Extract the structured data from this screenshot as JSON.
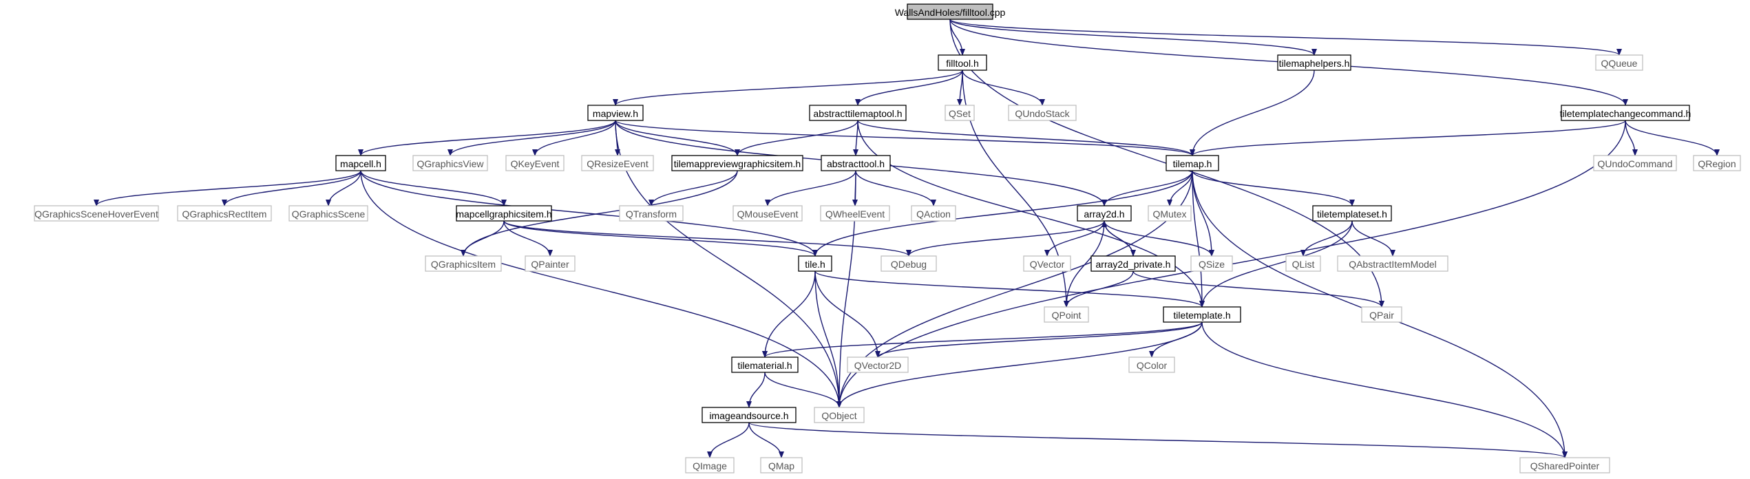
{
  "colors": {
    "edge": "#191970",
    "root_fill": "#bfbfbf",
    "internal_border": "#000000",
    "external_border": "#bfbfbf",
    "external_text": "#555555"
  },
  "nodes": {
    "root": "WallsAndHoles/filltool.cpp",
    "filltool": "filltool.h",
    "tilemaphelpers": "tilemaphelpers.h",
    "qqueue": "QQueue",
    "mapview": "mapview.h",
    "abstracttilemaptool": "abstracttilemaptool.h",
    "qset": "QSet",
    "qundostack": "QUndoStack",
    "tiletemplatechangecommand": "tiletemplatechangecommand.h",
    "mapcell": "mapcell.h",
    "qgraphicsview": "QGraphicsView",
    "qkeyevent": "QKeyEvent",
    "qresizeevent": "QResizeEvent",
    "tilemappreviewgraphicsitem": "tilemappreviewgraphicsitem.h",
    "abstracttool": "abstracttool.h",
    "tilemap": "tilemap.h",
    "qundocommand": "QUndoCommand",
    "qregion": "QRegion",
    "qgraphicsscenehoverevent": "QGraphicsSceneHoverEvent",
    "qgraphicsrectitem": "QGraphicsRectItem",
    "qgraphicsscene": "QGraphicsScene",
    "qtransform": "QTransform",
    "qmouseevent": "QMouseEvent",
    "qwheelevent": "QWheelEvent",
    "qaction": "QAction",
    "array2d": "array2d.h",
    "qmutex": "QMutex",
    "tiletemplateset": "tiletemplateset.h",
    "mapcellgraphicsitem": "mapcellgraphicsitem.h",
    "qgraphicsitem": "QGraphicsItem",
    "qpainter": "QPainter",
    "tile": "tile.h",
    "qdebug": "QDebug",
    "qvector": "QVector",
    "array2d_private": "array2d_private.h",
    "qsize": "QSize",
    "qlist": "QList",
    "qabstractitemmodel": "QAbstractItemModel",
    "qpoint": "QPoint",
    "tiletemplate": "tiletemplate.h",
    "qpair": "QPair",
    "tilematerial": "tilematerial.h",
    "qvector2d": "QVector2D",
    "qcolor": "QColor",
    "imageandsource": "imageandsource.h",
    "qobject": "QObject",
    "qimage": "QImage",
    "qmap": "QMap",
    "qsharedpointer": "QSharedPointer"
  }
}
